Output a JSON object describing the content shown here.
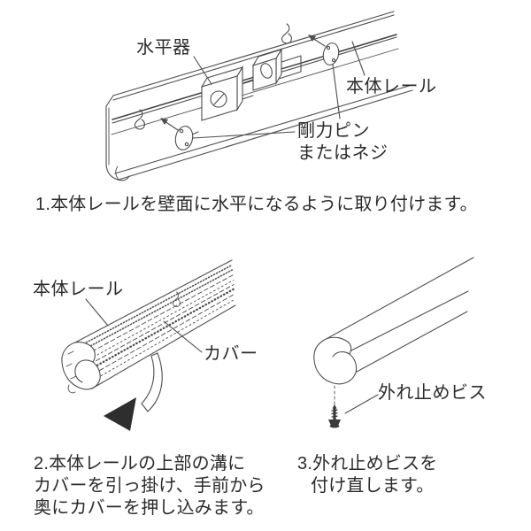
{
  "page": {
    "background": "#ffffff"
  },
  "style": {
    "line_color": "#4d4d4d",
    "text_color": "#2b2b2b"
  },
  "step1": {
    "labels": {
      "level": "水平器",
      "rail": "本体レール",
      "pin_line1": "剛力ピン",
      "pin_line2": "またはネジ"
    },
    "caption": "1.本体レールを壁面に水平になるように取り付けます。"
  },
  "step2": {
    "labels": {
      "rail": "本体レール",
      "cover": "カバー"
    },
    "caption_lines": [
      "2.本体レールの上部の溝に",
      "カバーを引っ掛け、手前から",
      "奥にカバーを押し込みます。"
    ]
  },
  "step3": {
    "labels": {
      "screw": "外れ止めビス"
    },
    "caption_lines": [
      "3.外れ止めビスを",
      "付け直します。"
    ]
  }
}
